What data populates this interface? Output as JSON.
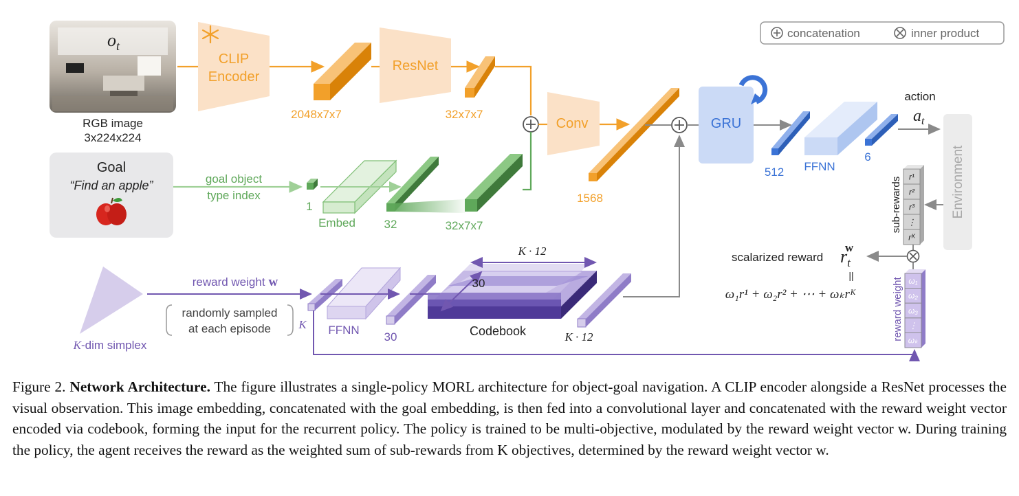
{
  "legend": {
    "concatenation": "concatenation",
    "inner_product": "inner product"
  },
  "observation": {
    "symbol": "o",
    "subscript": "t",
    "label_line1": "RGB image",
    "label_line2": "3x224x224"
  },
  "clip": {
    "line1": "CLIP",
    "line2": "Encoder"
  },
  "resnet": {
    "label": "ResNet"
  },
  "conv": {
    "label": "Conv"
  },
  "gru": {
    "label": "GRU"
  },
  "dims": {
    "clip_out": "2048x7x7",
    "resnet_out": "32x7x7",
    "conv_out": "1568",
    "gru_out": "512",
    "ffnn_out": "6",
    "goal_index": "1",
    "embed_out": "32",
    "goal_feat": "32x7x7",
    "ffnn_w_out": "30",
    "codebook_k12": "K · 12",
    "codebook_30": "30",
    "codebook_out": "K · 12"
  },
  "goal": {
    "title": "Goal",
    "quote": "“Find an apple”",
    "edge_line1": "goal object",
    "edge_line2": "type index",
    "embed_label": "Embed"
  },
  "policy": {
    "ffnn_label": "FFNN",
    "action_label": "action",
    "action_symbol": "a",
    "action_sub": "t"
  },
  "environment": {
    "label": "Environment"
  },
  "rewards": {
    "sub_rewards_label": "sub-rewards",
    "sub_items": [
      "r¹",
      "r²",
      "r³",
      "⋮",
      "rᴷ"
    ],
    "scalarized_label": "scalarized reward",
    "scalarized_symbol": "r",
    "scalarized_sub": "t",
    "scalarized_sup": "w",
    "equals": "||",
    "formula": "ω₁r¹ + ω₂r² + ⋯ + ωₖrᴷ",
    "weight_label": "reward weight",
    "weight_items": [
      "ω₁",
      "ω₂",
      "ω₃",
      "⋮",
      "ωₖ"
    ]
  },
  "weight_path": {
    "simplex_label_k": "K",
    "simplex_label_rest": "-dim simplex",
    "reward_weight_label": "reward weight",
    "reward_weight_symbol": "w",
    "sampled_line1": "randomly sampled",
    "sampled_line2": "at each episode",
    "k_label": "K",
    "ffnn_label": "FFNN",
    "codebook_label": "Codebook"
  },
  "caption": {
    "prefix": "Figure 2. ",
    "bold": "Network Architecture.",
    "text": " The figure illustrates a single-policy MORL architecture for object-goal navigation. A CLIP encoder alongside a ResNet processes the visual observation. This image embedding, concatenated with the goal embedding, is then fed into a convolutional layer and concatenated with the reward weight vector encoded via codebook, forming the input for the recurrent policy. The policy is trained to be multi-objective, modulated by the reward weight vector w. During training the policy, the agent receives the reward as the weighted sum of sub-rewards from K objectives, determined by the reward weight vector w."
  },
  "colors": {
    "orange": "#f2a02a",
    "orange_dark": "#d98208",
    "peach": "#fbe1c7",
    "green": "#5fa85a",
    "green_light": "#bfe0b8",
    "blue": "#3b73d6",
    "blue_light": "#cbdaf6",
    "purple": "#7157b0",
    "purple_light": "#d6cdeb",
    "gray": "#8a8a8a",
    "gray_light": "#ececec"
  }
}
